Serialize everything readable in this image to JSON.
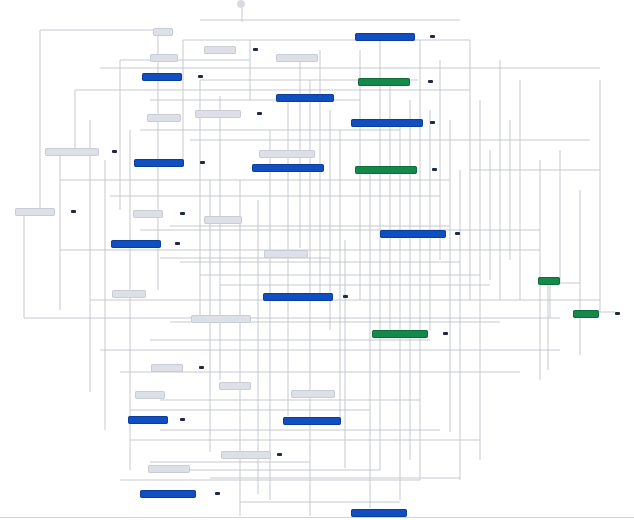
{
  "colors": {
    "edge": "#c4c8d2",
    "node_grey": "#dde0e7",
    "node_blue": "#0f4fc2",
    "node_green": "#13894a",
    "pill": "#1e2a4a",
    "start_circle": "#d7dae1"
  },
  "diagram": {
    "start_node_label": "",
    "nodes": [
      {
        "id": "n1",
        "style": "grey",
        "label": "",
        "badge": false
      },
      {
        "id": "n2",
        "style": "blue",
        "label": "",
        "badge": true
      },
      {
        "id": "n3",
        "style": "grey",
        "label": "",
        "badge": false
      },
      {
        "id": "n4",
        "style": "grey",
        "label": "",
        "badge": true
      },
      {
        "id": "n5",
        "style": "grey",
        "label": "",
        "badge": false
      },
      {
        "id": "n6",
        "style": "blue",
        "label": "",
        "badge": true
      },
      {
        "id": "n7",
        "style": "green",
        "label": "",
        "badge": true
      },
      {
        "id": "n8",
        "style": "blue",
        "label": "",
        "badge": false
      },
      {
        "id": "n9",
        "style": "grey",
        "label": "",
        "badge": false
      },
      {
        "id": "n10",
        "style": "grey",
        "label": "",
        "badge": true
      },
      {
        "id": "n11",
        "style": "blue",
        "label": "",
        "badge": true
      },
      {
        "id": "n12",
        "style": "grey",
        "label": "",
        "badge": true
      },
      {
        "id": "n13",
        "style": "blue",
        "label": "",
        "badge": true
      },
      {
        "id": "n14",
        "style": "grey",
        "label": "",
        "badge": false
      },
      {
        "id": "n15",
        "style": "blue",
        "label": "",
        "badge": false
      },
      {
        "id": "n16",
        "style": "green",
        "label": "",
        "badge": true
      },
      {
        "id": "n17",
        "style": "grey",
        "label": "",
        "badge": true
      },
      {
        "id": "n18",
        "style": "grey",
        "label": "",
        "badge": true
      },
      {
        "id": "n19",
        "style": "grey",
        "label": "",
        "badge": false
      },
      {
        "id": "n20",
        "style": "blue",
        "label": "",
        "badge": true
      },
      {
        "id": "n21",
        "style": "grey",
        "label": "",
        "badge": false
      },
      {
        "id": "n22",
        "style": "blue",
        "label": "",
        "badge": true
      },
      {
        "id": "n23",
        "style": "green",
        "label": "",
        "badge": false
      },
      {
        "id": "n24",
        "style": "grey",
        "label": "",
        "badge": false
      },
      {
        "id": "n25",
        "style": "blue",
        "label": "",
        "badge": true
      },
      {
        "id": "n26",
        "style": "grey",
        "label": "",
        "badge": false
      },
      {
        "id": "n27",
        "style": "green",
        "label": "",
        "badge": true
      },
      {
        "id": "n28",
        "style": "green",
        "label": "",
        "badge": true
      },
      {
        "id": "n29",
        "style": "grey",
        "label": "",
        "badge": true
      },
      {
        "id": "n30",
        "style": "grey",
        "label": "",
        "badge": false
      },
      {
        "id": "n31",
        "style": "grey",
        "label": "",
        "badge": false
      },
      {
        "id": "n32",
        "style": "blue",
        "label": "",
        "badge": true
      },
      {
        "id": "n33",
        "style": "blue",
        "label": "",
        "badge": false
      },
      {
        "id": "n34",
        "style": "grey",
        "label": "",
        "badge": false
      },
      {
        "id": "n35",
        "style": "grey",
        "label": "",
        "badge": true
      },
      {
        "id": "n36",
        "style": "blue",
        "label": "",
        "badge": true
      },
      {
        "id": "n37",
        "style": "grey",
        "label": "",
        "badge": false
      },
      {
        "id": "n38",
        "style": "blue",
        "label": "",
        "badge": false
      }
    ]
  }
}
